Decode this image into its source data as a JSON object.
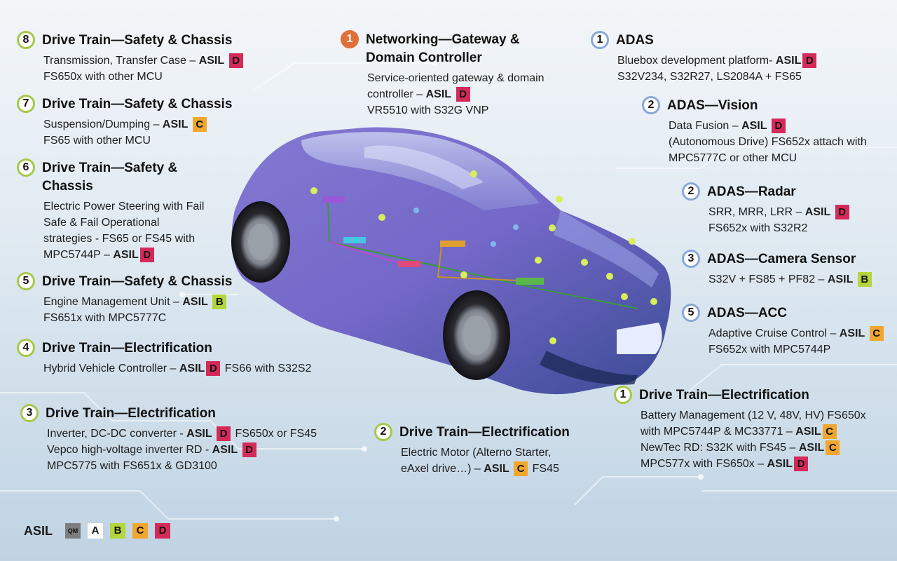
{
  "colors": {
    "asil_d": "#d42a5a",
    "asil_c": "#f1a72e",
    "asil_b": "#b3d63a",
    "asil_a": "#ffffff",
    "asil_qm": "#7d7d7d",
    "drive_train_ring": "#a6c84a",
    "adas_ring": "#8aa8d8",
    "networking_circle": "#e0703a"
  },
  "blocks": {
    "dt8": {
      "num": "8",
      "title": "Drive Train—Safety & Chassis",
      "l1a": "Transmission, Transfer Case – ",
      "l1asil": "ASIL",
      "l1badge": "D",
      "l2": "FS650x with other MCU"
    },
    "dt7": {
      "num": "7",
      "title": "Drive Train—Safety & Chassis",
      "l1a": "Suspension/Dumping – ",
      "l1asil": "ASIL",
      "l1badge": "C",
      "l2": "FS65 with other MCU"
    },
    "dt6": {
      "num": "6",
      "title1": "Drive Train—Safety &",
      "title2": "Chassis",
      "l1": "Electric Power Steering with Fail",
      "l2": "Safe & Fail Operational",
      "l3": "strategies - FS65 or FS45 with",
      "l4a": "MPC5744P – ",
      "l4asil": "ASIL",
      "l4badge": "D"
    },
    "dt5": {
      "num": "5",
      "title": "Drive Train—Safety & Chassis",
      "l1a": "Engine Management Unit – ",
      "l1asil": "ASIL",
      "l1badge": "B",
      "l2": "FS651x with MPC5777C"
    },
    "dt4": {
      "num": "4",
      "title": "Drive Train—Electrification",
      "l1a": "Hybrid Vehicle Controller – ",
      "l1asil": "ASIL",
      "l1badge": "D",
      "l1b": "FS66 with S32S2"
    },
    "dt3": {
      "num": "3",
      "title": "Drive Train—Electrification",
      "l1a": "Inverter, DC-DC converter - ",
      "l1asil": "ASIL",
      "l1badge": "D",
      "l1b": "FS650x or FS45",
      "l2a": "Vepco high-voltage inverter RD - ",
      "l2asil": "ASIL",
      "l2badge": "D",
      "l3": "MPC5775 with FS651x & GD3100"
    },
    "net1": {
      "num": "1",
      "title1": "Networking—Gateway &",
      "title2": "Domain Controller",
      "l1": "Service-oriented gateway & domain",
      "l2a": "controller – ",
      "l2asil": "ASIL",
      "l2badge": "D",
      "l3": "VR5510 with S32G VNP"
    },
    "dt2": {
      "num": "2",
      "title": "Drive Train—Electrification",
      "l1": "Electric Motor (Alterno Starter,",
      "l2a": "eAxel drive…) – ",
      "l2asil": "ASIL",
      "l2badge": "C",
      "l2b": "FS45"
    },
    "adas1": {
      "num": "1",
      "title": "ADAS",
      "l1a": "Bluebox development platform- ",
      "l1asil": "ASIL",
      "l1badge": "D",
      "l2": "S32V234, S32R27, LS2084A + FS65"
    },
    "adas2": {
      "num": "2",
      "title": "ADAS—Vision",
      "l1a": "Data Fusion – ",
      "l1asil": "ASIL",
      "l1badge": "D",
      "l2": "(Autonomous Drive) FS652x attach with",
      "l3": "MPC5777C or other MCU"
    },
    "radar": {
      "num": "2",
      "title": "ADAS—Radar",
      "l1a": "SRR, MRR, LRR – ",
      "l1asil": "ASIL",
      "l1badge": "D",
      "l2": "FS652x with S32R2"
    },
    "cam": {
      "num": "3",
      "title": "ADAS—Camera Sensor",
      "l1a": "S32V + FS85 + PF82 – ",
      "l1asil": "ASIL",
      "l1badge": "B"
    },
    "acc": {
      "num": "5",
      "title": "ADAS—ACC",
      "l1a": "Adaptive Cruise Control – ",
      "l1asil": "ASIL",
      "l1badge": "C",
      "l2": "FS652x with MPC5744P"
    },
    "dt1": {
      "num": "1",
      "title": "Drive Train—Electrification",
      "l1": "Battery Management (12 V, 48V, HV) FS650x",
      "l2a": "with MPC5744P & MC33771 – ",
      "l2asil": "ASIL",
      "l2badge": "C",
      "l3a": "NewTec RD: S32K with FS45 – ",
      "l3asil": "ASIL",
      "l3badge": "C",
      "l4a": "MPC577x with FS650x – ",
      "l4asil": "ASIL",
      "l4badge": "D"
    }
  },
  "legend": {
    "label": "ASIL",
    "items": [
      "QM",
      "A",
      "B",
      "C",
      "D"
    ]
  }
}
